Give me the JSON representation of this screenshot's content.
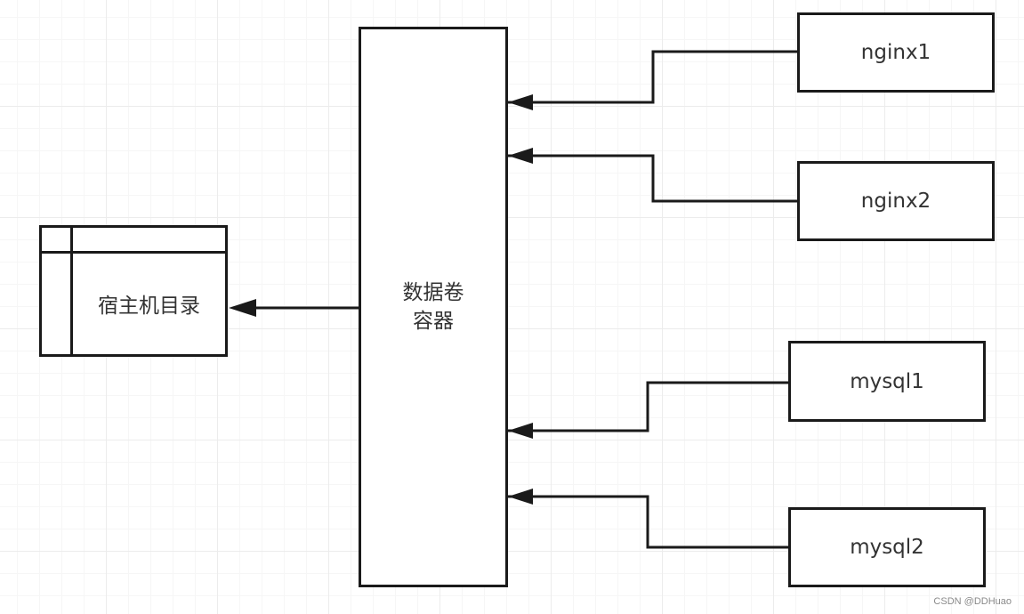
{
  "diagram": {
    "volume_container": {
      "label": "数据卷\n容器"
    },
    "host_directory": {
      "label": "宿主机目录"
    },
    "containers": [
      {
        "id": "nginx1",
        "label": "nginx1"
      },
      {
        "id": "nginx2",
        "label": "nginx2"
      },
      {
        "id": "mysql1",
        "label": "mysql1"
      },
      {
        "id": "mysql2",
        "label": "mysql2"
      }
    ],
    "edges": [
      {
        "from": "nginx1",
        "to": "volume_container"
      },
      {
        "from": "nginx2",
        "to": "volume_container"
      },
      {
        "from": "mysql1",
        "to": "volume_container"
      },
      {
        "from": "mysql2",
        "to": "volume_container"
      },
      {
        "from": "volume_container",
        "to": "host_directory"
      }
    ],
    "colors": {
      "stroke": "#1a1a1a",
      "text": "#333333",
      "grid": "#ececec"
    }
  },
  "watermark": {
    "text": "CSDN @DDHuao"
  }
}
